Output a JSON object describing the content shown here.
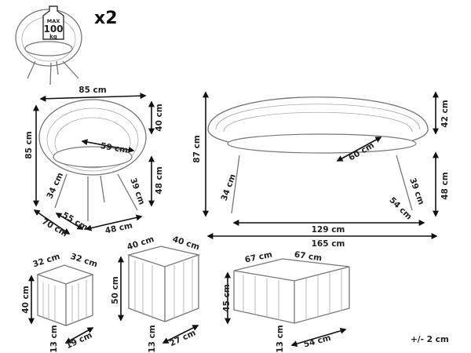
{
  "badge": {
    "max": "MAX",
    "weight": "100",
    "unit": "kg",
    "quantity": "x2"
  },
  "armchair": {
    "width": "85 cm",
    "back_height": "40 cm",
    "height": "85 cm",
    "seat_width": "59 cm",
    "seat_height": "48 cm",
    "leg_height": "34 cm",
    "side_depth": "39 cm",
    "inner_depth": "55 cm",
    "depth": "70 cm",
    "base_width": "48 cm"
  },
  "sofa": {
    "back_height": "42 cm",
    "height": "87 cm",
    "seat_depth": "60 cm",
    "seat_height": "48 cm",
    "leg_height": "34 cm",
    "side_depth": "39 cm",
    "depth": "54 cm",
    "inner_width": "129 cm",
    "width": "165 cm"
  },
  "small_stool": {
    "width": "32 cm",
    "depth": "32 cm",
    "height": "40 cm",
    "leg_height": "13 cm",
    "base": "19 cm"
  },
  "large_stool": {
    "width": "40 cm",
    "depth": "40 cm",
    "height": "50 cm",
    "leg_height": "13 cm",
    "base": "27 cm"
  },
  "table": {
    "width": "67 cm",
    "depth": "67 cm",
    "height": "45 cm",
    "leg_height": "13 cm",
    "base": "54 cm"
  },
  "tolerance": "+/- 2 cm"
}
